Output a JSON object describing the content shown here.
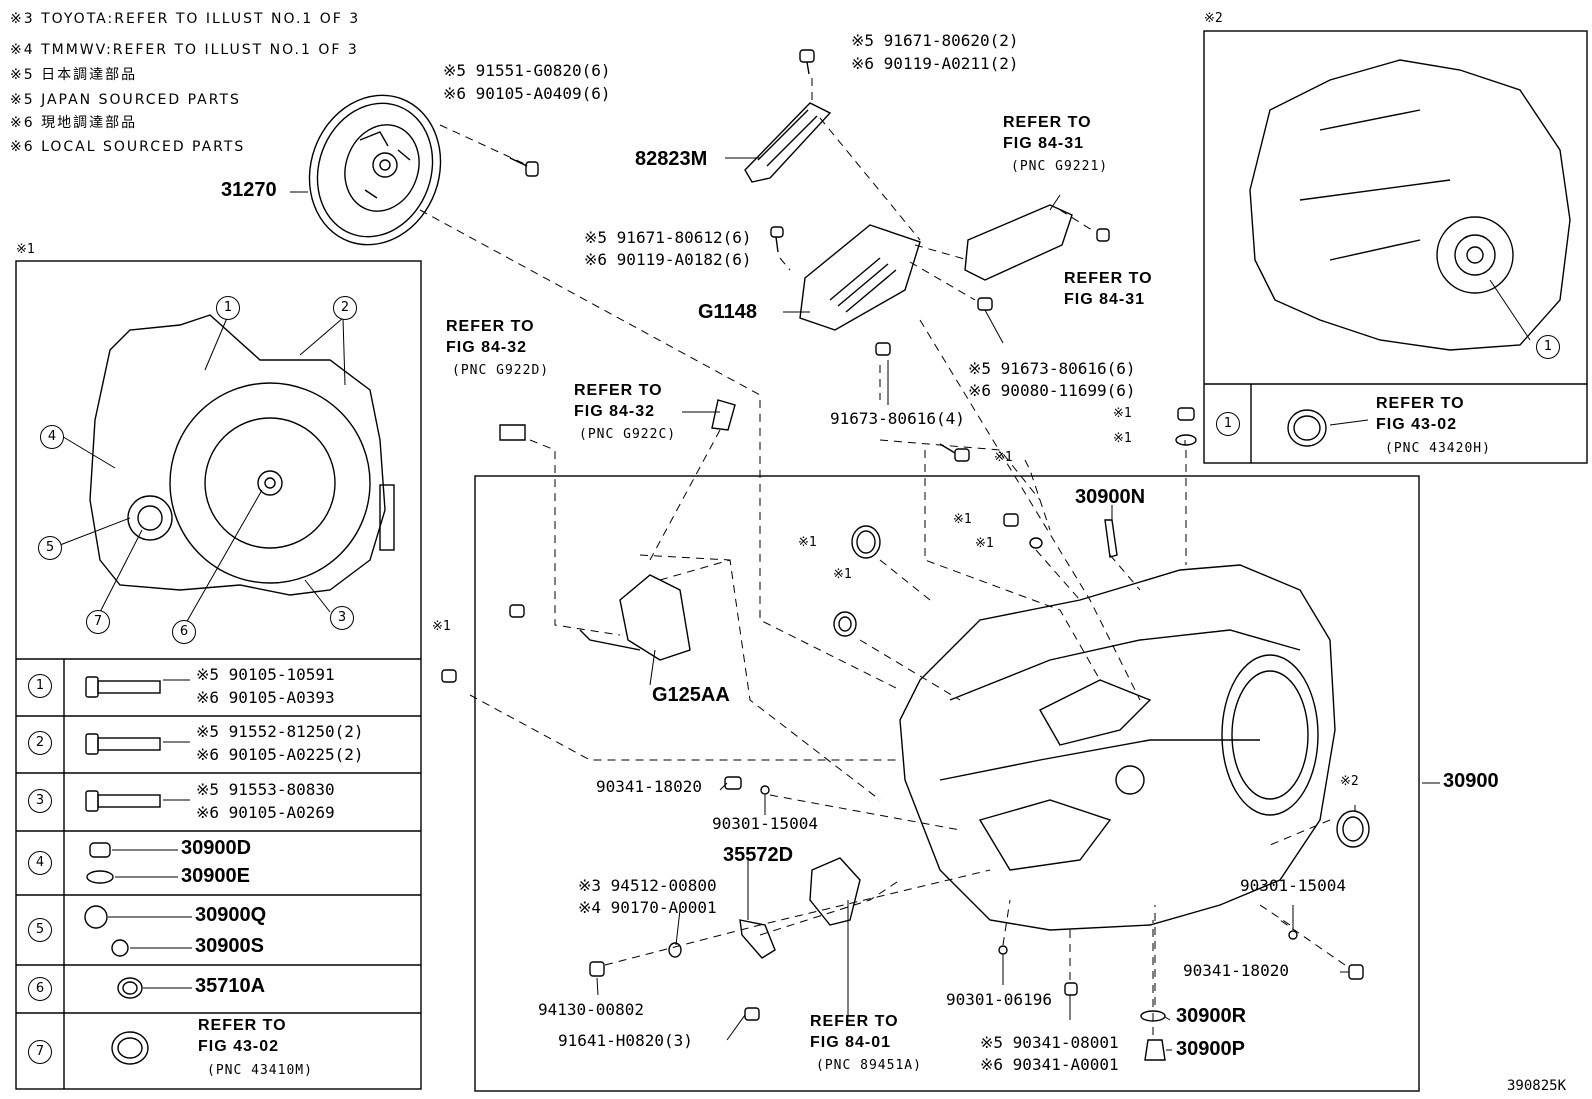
{
  "notes": {
    "n3": "※3 TOYOTA:REFER TO ILLUST NO.1 OF 3",
    "n4": "※4 TMMWV:REFER TO ILLUST NO.1 OF 3",
    "n5a": "※5 日本調達部品",
    "n5b": "※5 JAPAN SOURCED PARTS",
    "n6a": "※6 現地調達部品",
    "n6b": "※6 LOCAL SOURCED PARTS"
  },
  "inset1": {
    "mark": "※1",
    "callouts": [
      "1",
      "2",
      "3",
      "4",
      "5",
      "6",
      "7"
    ],
    "table": [
      {
        "no": "1",
        "a": "※5 90105-10591",
        "b": "※6 90105-A0393"
      },
      {
        "no": "2",
        "a": "※5 91552-81250(2)",
        "b": "※6 90105-A0225(2)"
      },
      {
        "no": "3",
        "a": "※5 91553-80830",
        "b": "※6 90105-A0269"
      },
      {
        "no": "4",
        "a": "30900D",
        "b": "30900E"
      },
      {
        "no": "5",
        "a": "30900Q",
        "b": "30900S"
      },
      {
        "no": "6",
        "a": "35710A",
        "b": ""
      },
      {
        "no": "7",
        "a": "REFER TO",
        "b": "FIG 43-02",
        "c": "(PNC 43410M)"
      }
    ]
  },
  "inset2": {
    "mark": "※2",
    "callout": "1",
    "row_no": "1",
    "ref1": "REFER TO",
    "ref2": "FIG 43-02",
    "ref3": "(PNC 43420H)"
  },
  "parts": {
    "p31270": "31270",
    "p91551a": "※5 91551-G0820(6)",
    "p91551b": "※6 90105-A0409(6)",
    "p91671a": "※5 91671-80620(2)",
    "p91671b": "※6 90119-A0211(2)",
    "p82823M": "82823M",
    "ref8431a1": "REFER TO",
    "ref8431a2": "FIG 84-31",
    "ref8431a3": "(PNC G9221)",
    "p91671c": "※5 91671-80612(6)",
    "p91671d": "※6 90119-A0182(6)",
    "pG1148": "G1148",
    "ref8431b1": "REFER TO",
    "ref8431b2": "FIG 84-31",
    "ref8432a1": "REFER TO",
    "ref8432a2": "FIG 84-32",
    "ref8432a3": "(PNC G922D)",
    "ref8432b1": "REFER TO",
    "ref8432b2": "FIG 84-32",
    "ref8432b3": "(PNC G922C)",
    "p91673a": "※5 91673-80616(6)",
    "p91673b": "※6 90080-11699(6)",
    "p91673c": "91673-80616(4)",
    "m1a": "※1",
    "m1b": "※1",
    "m1c": "※1",
    "m1d": "※1",
    "m1e": "※1",
    "m1f": "※1",
    "m1g": "※1",
    "m1h": "※1",
    "m2": "※2",
    "p30900N": "30900N",
    "pG125AA": "G125AA",
    "p30900": "30900",
    "p90341a": "90341-18020",
    "p90301a": "90301-15004",
    "p35572D": "35572D",
    "p94512": "※3 94512-00800",
    "p90170": "※4 90170-A0001",
    "p94130": "94130-00802",
    "p91641": "91641-H0820(3)",
    "ref8401a": "REFER TO",
    "ref8401b": "FIG 84-01",
    "ref8401c": "(PNC 89451A)",
    "p90301b": "90301-06196",
    "p90341b": "※5 90341-08001",
    "p90341c": "※6 90341-A0001",
    "p30900R": "30900R",
    "p30900P": "30900P",
    "p90301c": "90301-15004",
    "p90341d": "90341-18020",
    "code": "390825K"
  }
}
